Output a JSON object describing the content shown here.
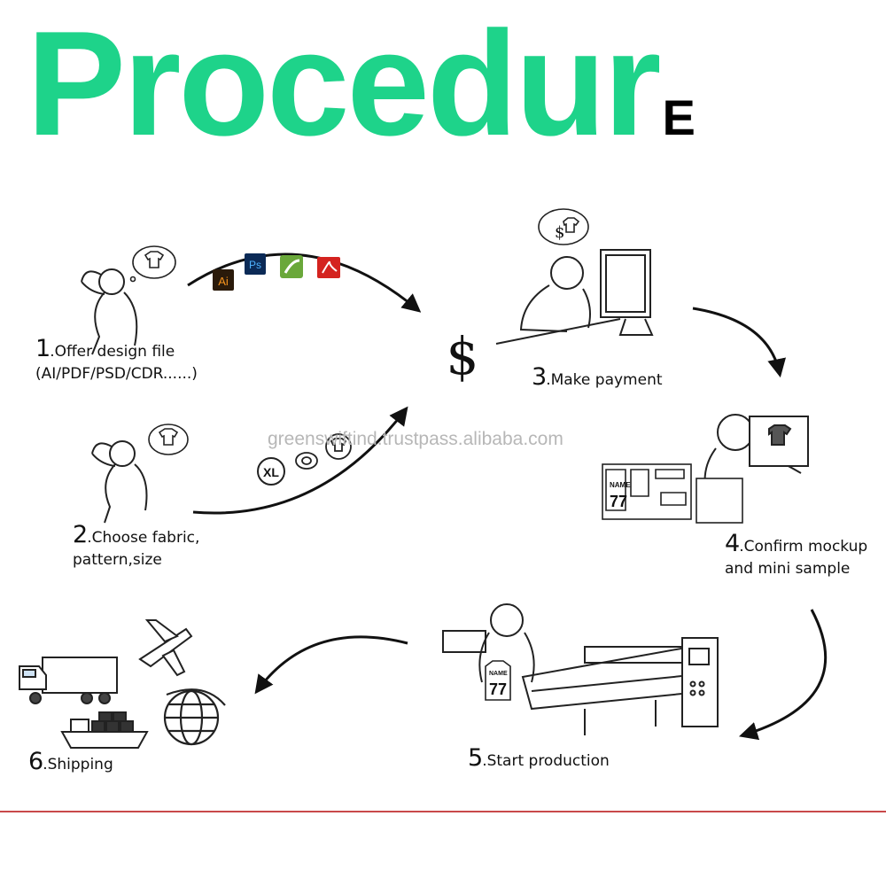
{
  "title": {
    "main": "Procedur",
    "last": "E",
    "main_color": "#1ed38a",
    "last_color": "#000000"
  },
  "steps": [
    {
      "num": "1",
      "text": ".Offer design file",
      "sub": "(AI/PDF/PSD/CDR......)"
    },
    {
      "num": "2",
      "text": ".Choose fabric,",
      "sub": "pattern,size"
    },
    {
      "num": "3",
      "text": ".Make payment",
      "sub": ""
    },
    {
      "num": "4",
      "text": ".Confirm mockup",
      "sub": "and mini sample"
    },
    {
      "num": "5",
      "text": ".Start production",
      "sub": ""
    },
    {
      "num": "6",
      "text": ".Shipping",
      "sub": ""
    }
  ],
  "icons": {
    "ai": "Ai",
    "ps": "Ps",
    "xl": "XL"
  },
  "payment_symbol": "$",
  "bubble_symbol": "$",
  "jersey": {
    "name": "NAME",
    "number": "77"
  },
  "watermark": "greenswiftind.trustpass.alibaba.com",
  "colors": {
    "ai_bg": "#2a1a0a",
    "ai_fg": "#f7941e",
    "ps_bg": "#0b2a56",
    "ps_fg": "#4fb3ff",
    "pdf": "#d4231f",
    "cdr": "#6aa83a",
    "line": "#c9494a"
  }
}
